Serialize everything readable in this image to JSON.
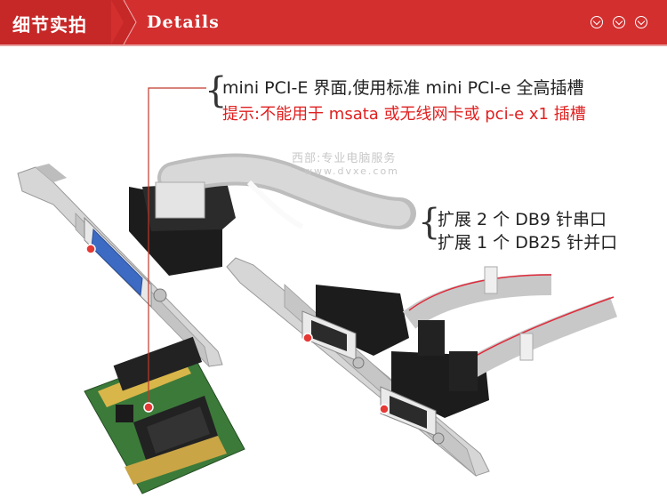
{
  "header": {
    "section_title_cn": "细节实拍",
    "section_title_en": "Details",
    "accent_color": "#d32f2f"
  },
  "annotations": {
    "interface_note": "mini PCI-E 界面,使用标准 mini PCI-e 全高插槽",
    "warning_note": "提示:不能用于 msata 或无线网卡或 pci-e x1 插槽",
    "serial_note": "扩展 2 个 DB9 针串口",
    "parallel_note": "扩展 1 个 DB25 针并口"
  },
  "watermark": {
    "line1": "西部:专业电脑服务",
    "line2": "www.dvxe.com"
  }
}
